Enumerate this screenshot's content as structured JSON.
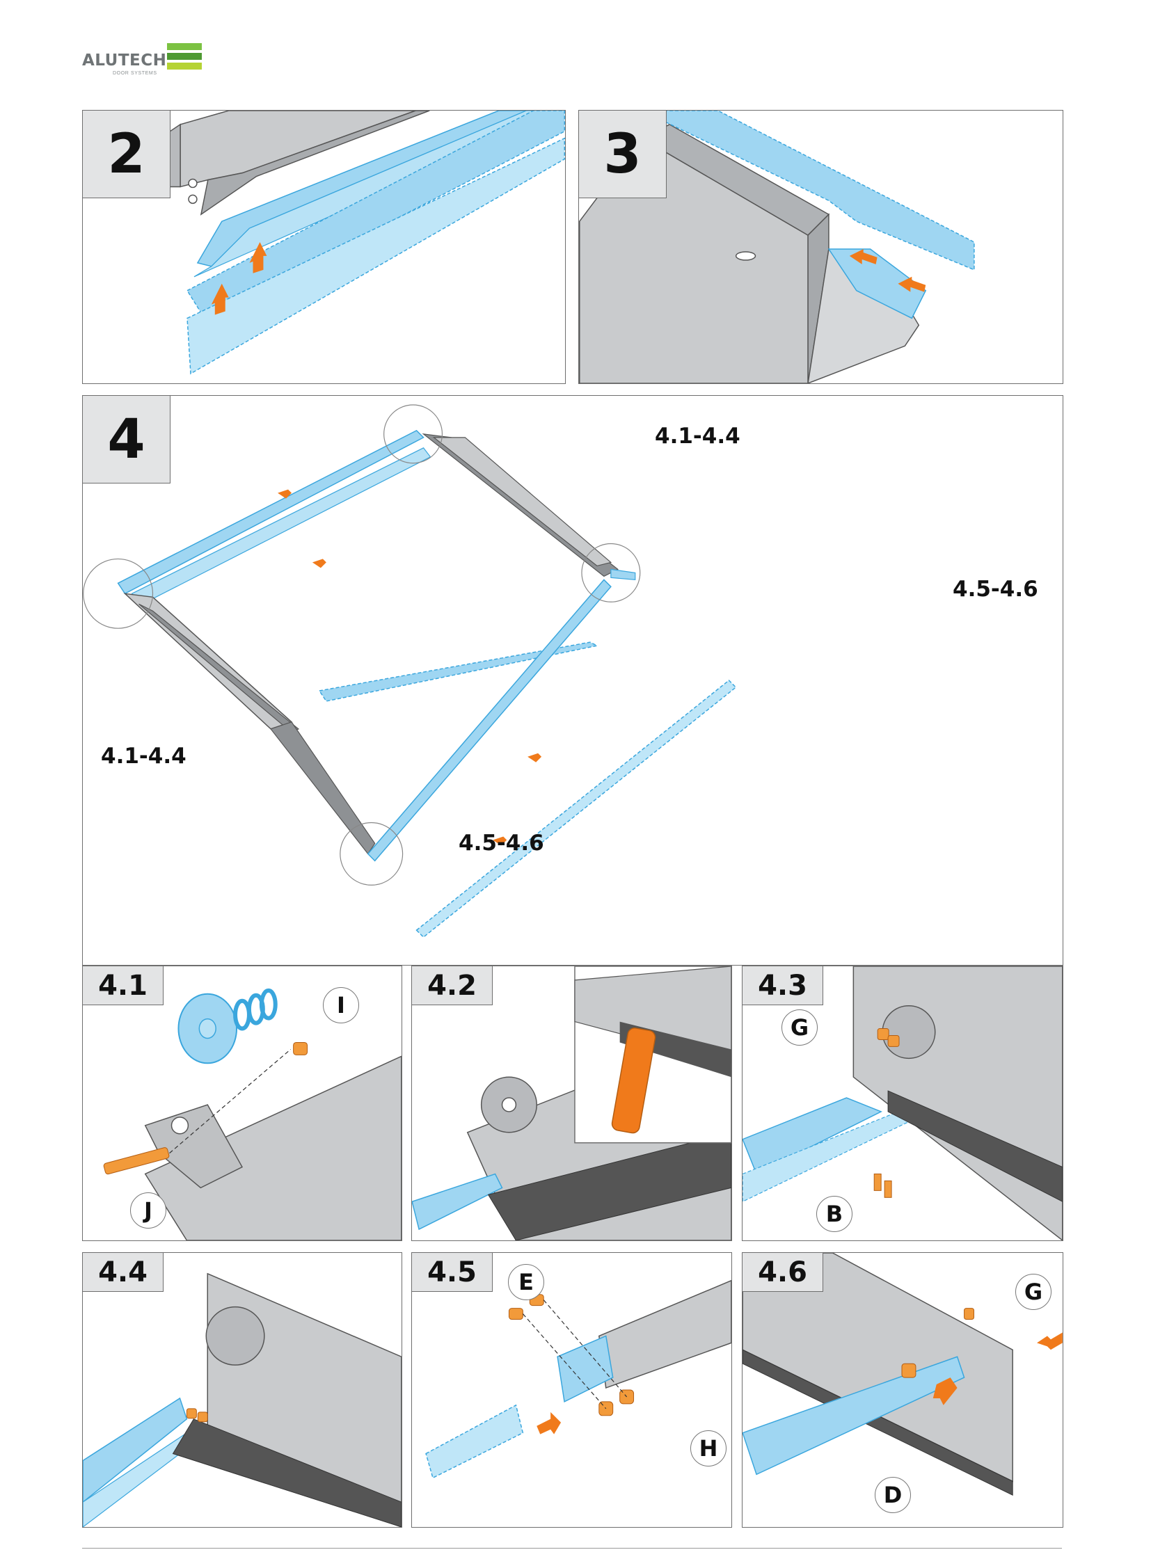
{
  "brand": {
    "name": "ALUTECH",
    "tagline": "DOOR SYSTEMS",
    "colors": [
      "#7cc242",
      "#5aa23a",
      "#b5d334"
    ]
  },
  "palette": {
    "blue_part": "#9fd6f2",
    "blue_edge": "#3aa6dd",
    "steel": "#c9cbcd",
    "steel_dark": "#8e9194",
    "arrow_orange": "#f07a1b",
    "bolt_orange": "#f29a3a"
  },
  "steps": {
    "s2": {
      "label": "2"
    },
    "s3": {
      "label": "3"
    },
    "s4": {
      "label": "4",
      "callouts": {
        "top_right_pulley": "4.1-4.4",
        "right_corner": "4.5-4.6",
        "left_corner": "4.1-4.4",
        "bottom_corner": "4.5-4.6"
      }
    },
    "s41": {
      "label": "4.1",
      "parts": [
        "I",
        "J"
      ]
    },
    "s42": {
      "label": "4.2"
    },
    "s43": {
      "label": "4.3",
      "parts": [
        "G",
        "B"
      ]
    },
    "s44": {
      "label": "4.4"
    },
    "s45": {
      "label": "4.5",
      "parts": [
        "E",
        "H"
      ]
    },
    "s46": {
      "label": "4.6",
      "parts": [
        "G",
        "D"
      ]
    }
  }
}
